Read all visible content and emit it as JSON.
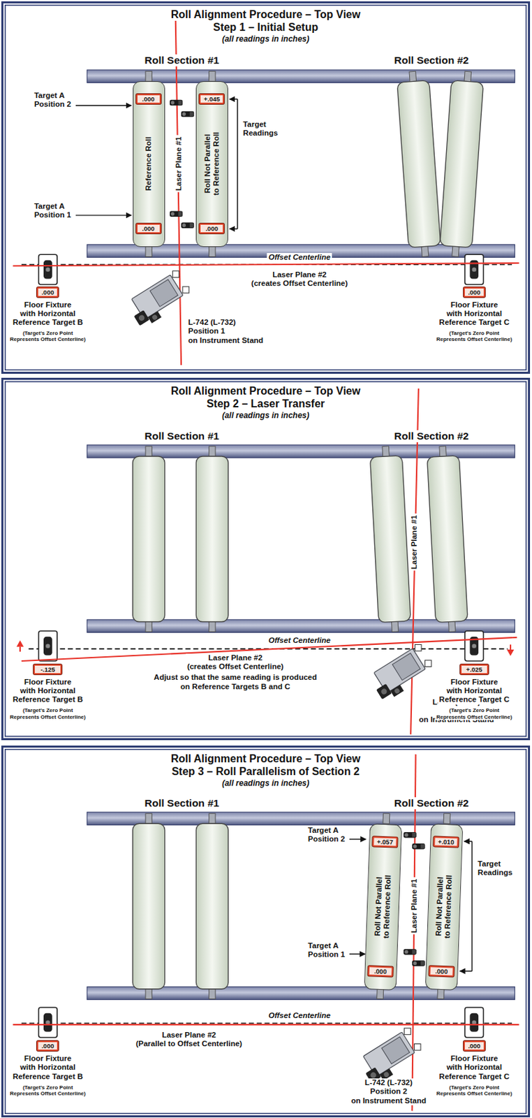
{
  "diagram": {
    "nodes": [
      {
        "text": [
          "Roll Alignment Procedure – Top View",
          "Step 1 – Initial Setup",
          "(all readings in inches)"
        ]
      },
      {
        "text": [
          "Reference Roll"
        ],
        "in": 0
      },
      {
        "text": [
          ".000"
        ],
        "in": 1
      },
      {
        "text": [
          ".000"
        ],
        "in": 1
      },
      {
        "text": [
          "Roll Not Parallel to Reference Roll"
        ],
        "in": 0
      },
      {
        "text": [
          "+.045"
        ],
        "in": 4
      },
      {
        "text": [
          ".000"
        ],
        "in": 4
      },
      {
        "text": [
          ".000"
        ],
        "in": 0
      },
      {
        "text": [
          ".000"
        ],
        "in": 0
      },
      {
        "text": [
          "Roll Alignment Procedure – Top View",
          "Step 2 – Laser Transfer",
          "(all readings in inches)"
        ]
      },
      {
        "text": [
          "-.125"
        ],
        "in": 9
      },
      {
        "text": [
          "+.025"
        ],
        "in": 9
      },
      {
        "text": [
          "Roll Alignment Procedure – Top View",
          "Step 3 – Roll Parallelism of Section 2",
          "(all readings in inches)"
        ]
      },
      {
        "text": [
          "Roll Not Parallel to Reference Roll"
        ],
        "in": 12
      },
      {
        "text": [
          "+.057"
        ],
        "in": 13
      },
      {
        "text": [
          ".000"
        ],
        "in": 13
      },
      {
        "text": [
          "Roll Not Parallel to Reference Roll"
        ],
        "in": 12
      },
      {
        "text": [
          "+.010"
        ],
        "in": 16
      },
      {
        "text": [
          ".000"
        ],
        "in": 16
      },
      {
        "text": [
          ".000"
        ],
        "in": 12
      },
      {
        "text": [
          ".000"
        ],
        "in": 12
      }
    ],
    "labels": [
      "Roll Section #1",
      "Roll Section #2",
      "Target A Position 2",
      "Target A Position 1",
      "Laser Plane #1",
      "Target Readings",
      "Offset Centerline",
      "Laser Plane #2 (creates Offset Centerline)",
      "Floor Fixture with Horizontal Reference Target B",
      "(Target's Zero Point Represents Offset Centerline)",
      "L-742 (L-732) Position 1 on Instrument Stand",
      "Floor Fixture with Horizontal Reference Target C",
      "(Target's Zero Point Represents Offset Centerline)",
      "Roll Section #1",
      "Roll Section #2",
      "Laser Plane #1",
      "Offset Centerline",
      "Laser Plane #2 (creates Offset Centerline)",
      "Adjust so that the same reading is produced on Reference Targets B and C",
      "Floor Fixture with Horizontal Reference Target B",
      "(Target's Zero Point Represents Offset Centerline)",
      "L-742 (L-732) Position 2 on Instrument Stand",
      "Floor Fixture with Horizontal Reference Target C",
      "(Target's Zero Point Represents Offset Centerline)",
      "Roll Section #1",
      "Roll Section #2",
      "Target A Position 2",
      "Laser Plane #1",
      "Target Readings",
      "Target A Position 1",
      "Offset Centerline",
      "Laser Plane #2 (Parallel to Offset Centerline)",
      "Floor Fixture with Horizontal Reference Target B",
      "(Target's Zero Point Represents Offset Centerline)",
      "L-742 (L-732) Position 2 on Instrument Stand",
      "Floor Fixture with Horizontal Reference Target C",
      "(Target's Zero Point Represents Offset Centerline)"
    ]
  }
}
